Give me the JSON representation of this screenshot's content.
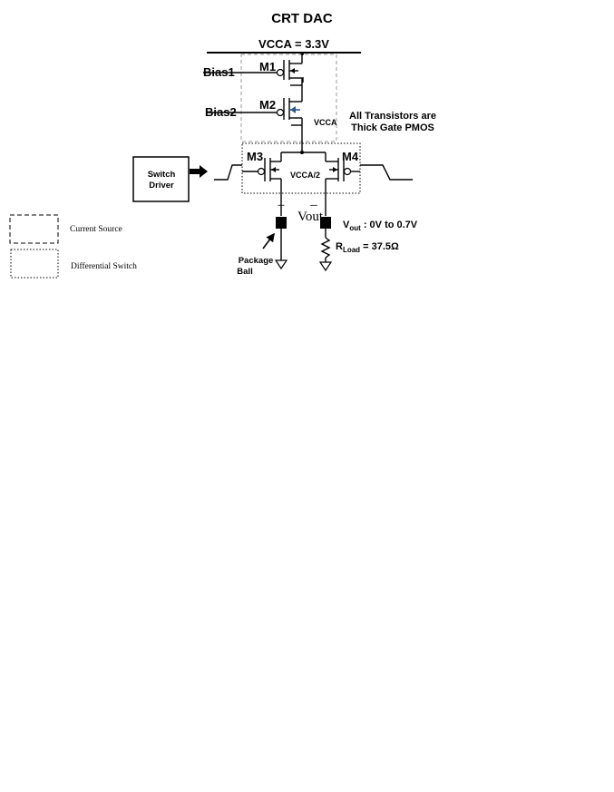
{
  "title": "CRT DAC",
  "supply_label": "VCCA = 3.3V",
  "transistors": {
    "m1": "M1",
    "m2": "M2",
    "m3": "M3",
    "m4": "M4"
  },
  "bias": {
    "bias1": "Bias1",
    "bias2": "Bias2"
  },
  "node_labels": {
    "vcca": "VCCA",
    "vcca_half": "VCCA/2"
  },
  "note": {
    "line1": "All Transistors are",
    "line2": "Thick Gate PMOS"
  },
  "switch_driver": {
    "line1": "Switch",
    "line2": "Driver"
  },
  "polarity": {
    "plus": "+",
    "minus": "–"
  },
  "vout_label": "Vout",
  "vout_range": {
    "main": "V",
    "sub": "out",
    "text": " : 0V to 0.7V"
  },
  "rload": {
    "main": "R",
    "sub": "Load",
    "text": " = 37.5Ω"
  },
  "package": {
    "line1": "Package",
    "line2": "Ball"
  },
  "legend": {
    "current_source": "Current Source",
    "differential_switch": "Differential Switch"
  },
  "colors": {
    "arrow_blue": "#2e5a8a",
    "box_gray": "#999999"
  }
}
